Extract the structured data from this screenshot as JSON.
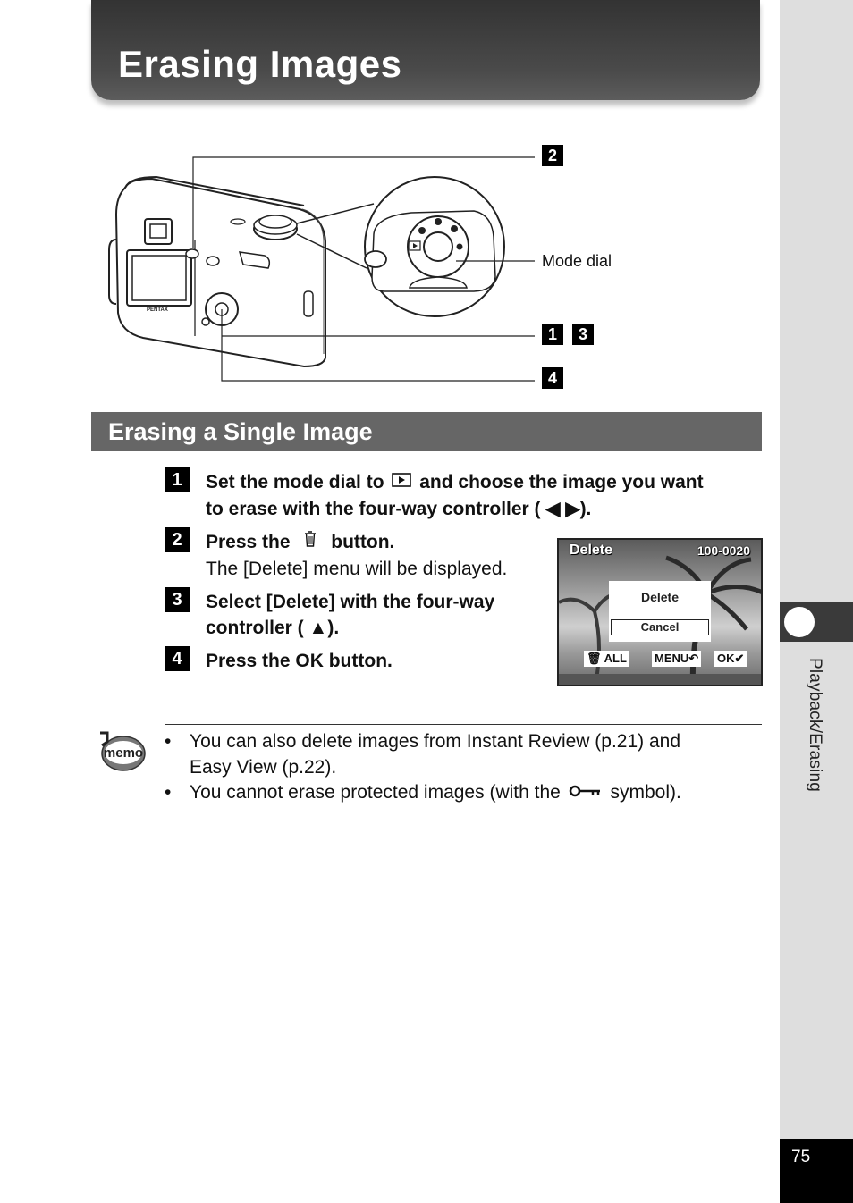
{
  "header": {
    "title": "Erasing Images"
  },
  "side_tab": {
    "label": "Playback/Erasing",
    "page_number": "75"
  },
  "illustration": {
    "callouts": [
      "2",
      "1",
      "3",
      "4"
    ],
    "mode_dial_label": "Mode dial",
    "camera_brand": "PENTAX"
  },
  "section": {
    "title": "Erasing a Single Image"
  },
  "steps": [
    {
      "num": "1",
      "line1_a": "Set the mode dial to",
      "line1_b": "and choose the image you want",
      "line2": "to erase with the four-way controller (",
      "line2_end": ")."
    },
    {
      "num": "2",
      "bold_a": "Press the",
      "bold_b": "button.",
      "detail": "The [Delete] menu will be displayed."
    },
    {
      "num": "3",
      "line1": "Select [Delete] with the four-way",
      "line2": "controller (",
      "line2_end": ")."
    },
    {
      "num": "4",
      "text": "Press the OK button."
    }
  ],
  "lcd": {
    "title": "Delete",
    "counter": "100-0020",
    "option_1": "Delete",
    "option_2": "Cancel",
    "footer_all": "ALL",
    "footer_menu": "MENU",
    "footer_ok": "OK"
  },
  "memo": {
    "icon_text": "memo",
    "bullets": [
      {
        "line1": "You can also delete images from Instant Review (p.21) and",
        "line2": "Easy View (p.22)."
      },
      {
        "before": "You cannot erase protected images (with the",
        "after": "symbol)."
      }
    ],
    "bullet_char": "•"
  },
  "icons": [
    "playback-icon",
    "left-arrow-icon",
    "right-arrow-icon",
    "trash-icon",
    "up-arrow-icon",
    "key-icon",
    "memo-icon"
  ]
}
